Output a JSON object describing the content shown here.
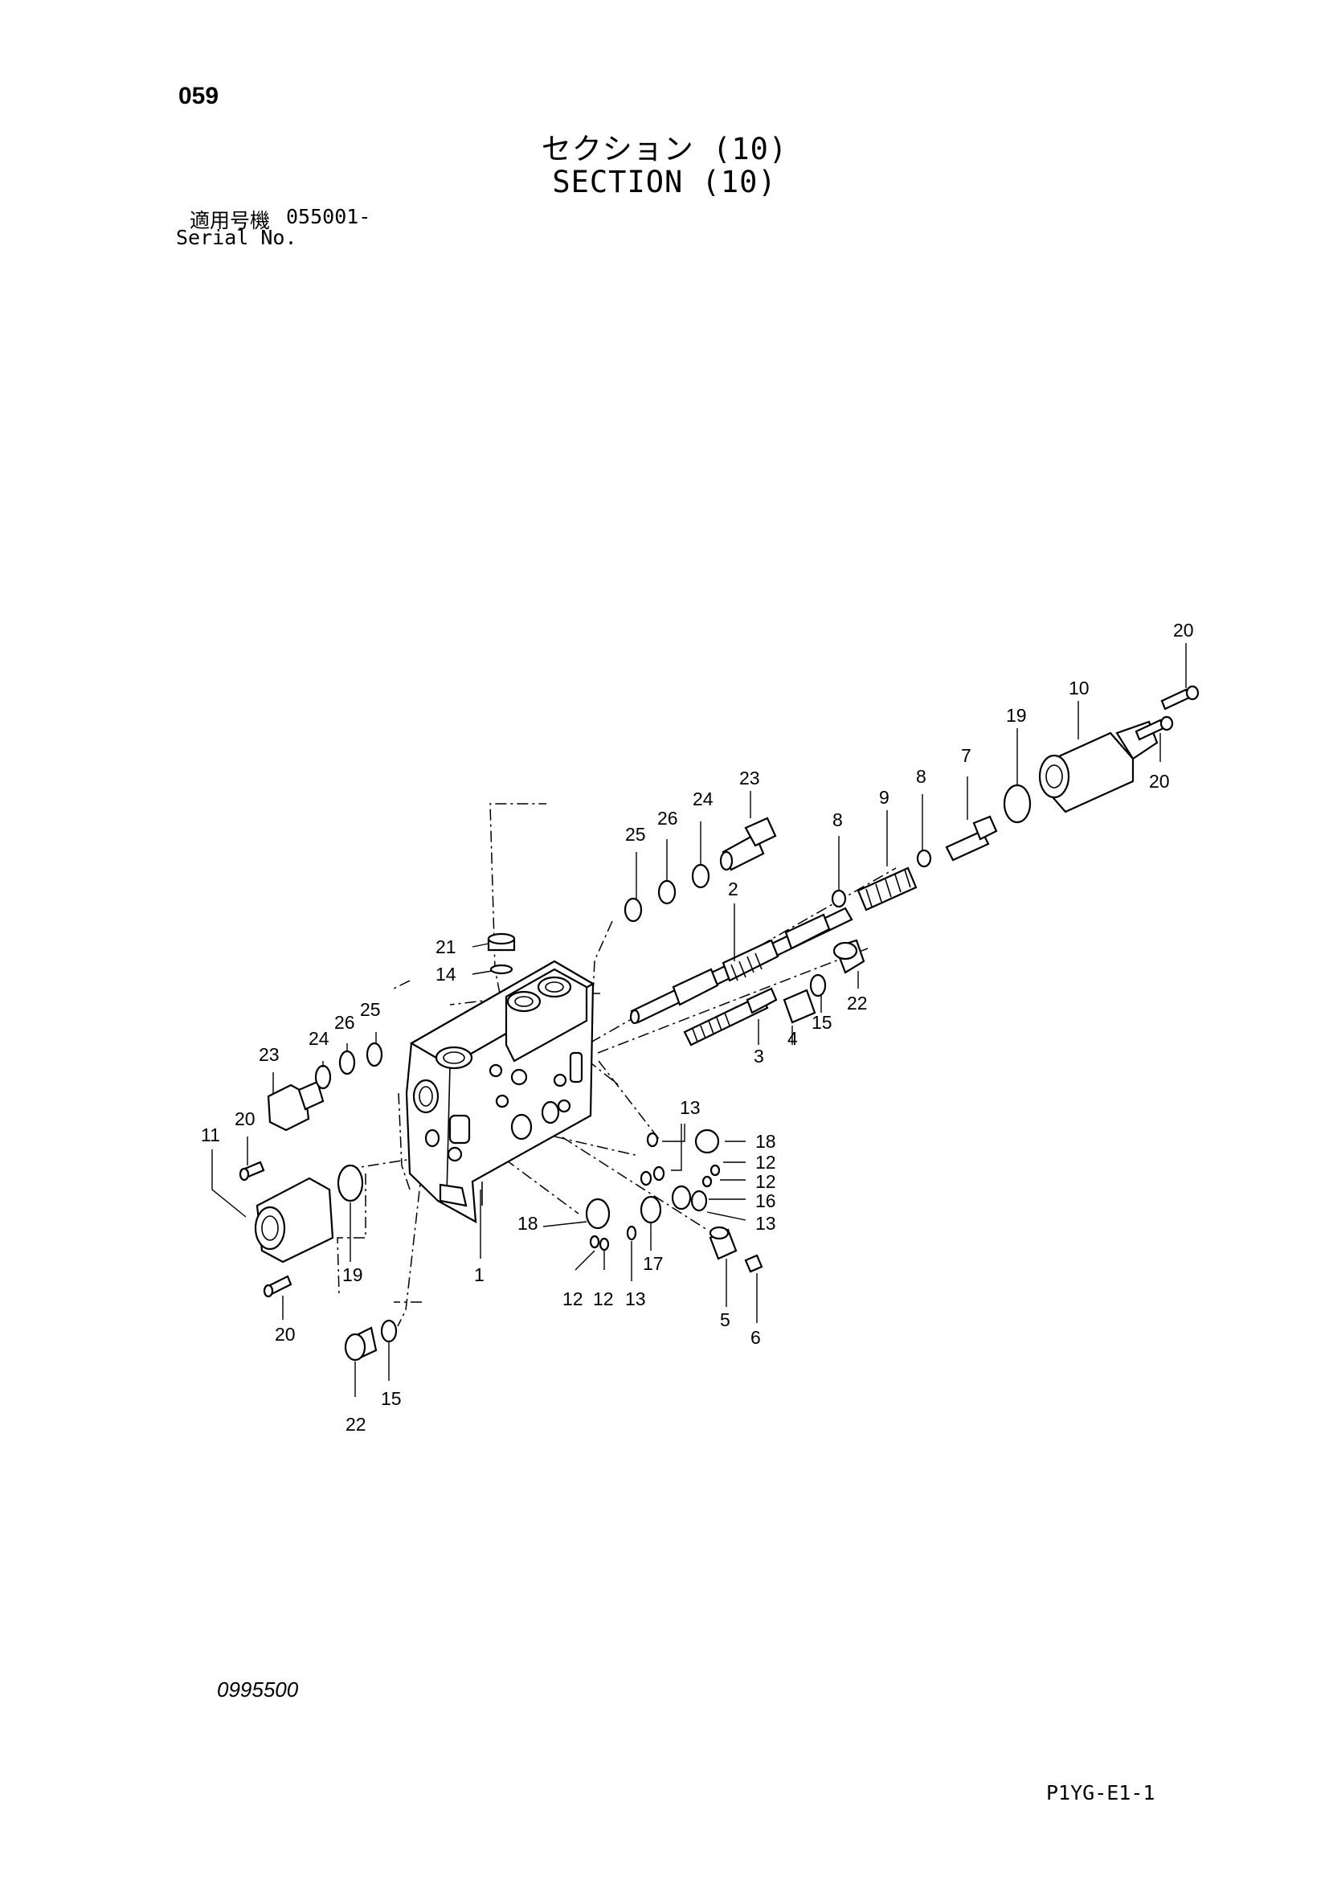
{
  "header": {
    "page_number": "059",
    "title_jp": "セクション (10)",
    "title_en": "SECTION (10)",
    "serial_label_jp": "適用号機",
    "serial_label_en": "Serial No.",
    "serial_value": "055001-"
  },
  "footer": {
    "drawing_number": "0995500",
    "page_code": "P1YG-E1-1"
  },
  "callouts": [
    "20",
    "10",
    "19",
    "20",
    "7",
    "8",
    "9",
    "8",
    "23",
    "24",
    "26",
    "25",
    "2",
    "21",
    "14",
    "22",
    "15",
    "4",
    "3",
    "24",
    "26",
    "25",
    "23",
    "13",
    "20",
    "11",
    "18",
    "12",
    "12",
    "16",
    "13",
    "18",
    "17",
    "19",
    "1",
    "12",
    "12",
    "13",
    "5",
    "6",
    "20",
    "22",
    "15"
  ]
}
